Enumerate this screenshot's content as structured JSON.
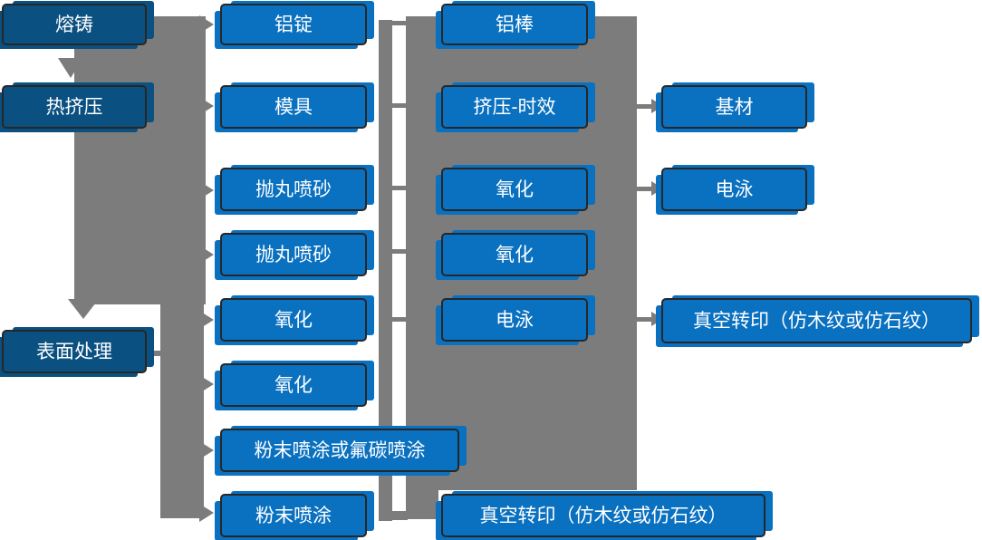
{
  "diagram": {
    "description": "Aluminum profile production process flowchart",
    "colors": {
      "box_light": "#0A70C0",
      "box_dark": "#0A5080",
      "connector": "#7C7C7C",
      "border": "#272727",
      "text": "#FFFFFF",
      "bg": "#FFFFFF"
    },
    "nodes": [
      {
        "id": "melting-casting",
        "label": "熔铸",
        "column": 1,
        "style": "dark"
      },
      {
        "id": "hot-extrusion",
        "label": "热挤压",
        "column": 1,
        "style": "dark"
      },
      {
        "id": "surface-treatment",
        "label": "表面处理",
        "column": 1,
        "style": "dark"
      },
      {
        "id": "aluminum-ingot",
        "label": "铝锭",
        "column": 2,
        "style": "light"
      },
      {
        "id": "mold",
        "label": "模具",
        "column": 2,
        "style": "light"
      },
      {
        "id": "shot-blasting-1",
        "label": "抛丸喷砂",
        "column": 2,
        "style": "light"
      },
      {
        "id": "shot-blasting-2",
        "label": "抛丸喷砂",
        "column": 2,
        "style": "light"
      },
      {
        "id": "oxidation-1",
        "label": "氧化",
        "column": 2,
        "style": "light"
      },
      {
        "id": "oxidation-2",
        "label": "氧化",
        "column": 2,
        "style": "light"
      },
      {
        "id": "powder-or-fluorocarbon-coating",
        "label": "粉末喷涂或氟碳喷涂",
        "column": 2,
        "style": "light"
      },
      {
        "id": "powder-coating",
        "label": "粉末喷涂",
        "column": 2,
        "style": "light"
      },
      {
        "id": "aluminum-rod",
        "label": "铝棒",
        "column": 3,
        "style": "light"
      },
      {
        "id": "extrusion-aging",
        "label": "挤压-时效",
        "column": 3,
        "style": "light"
      },
      {
        "id": "oxidation-3",
        "label": "氧化",
        "column": 3,
        "style": "light"
      },
      {
        "id": "oxidation-4",
        "label": "氧化",
        "column": 3,
        "style": "light"
      },
      {
        "id": "electrophoresis-1",
        "label": "电泳",
        "column": 3,
        "style": "light"
      },
      {
        "id": "vacuum-transfer-1",
        "label": "真空转印（仿木纹或仿石纹）",
        "column": 3,
        "style": "light"
      },
      {
        "id": "base-material",
        "label": "基材",
        "column": 4,
        "style": "light"
      },
      {
        "id": "electrophoresis-2",
        "label": "电泳",
        "column": 4,
        "style": "light"
      },
      {
        "id": "vacuum-transfer-2",
        "label": "真空转印（仿木纹或仿石纹）",
        "column": 4,
        "style": "light"
      }
    ]
  }
}
